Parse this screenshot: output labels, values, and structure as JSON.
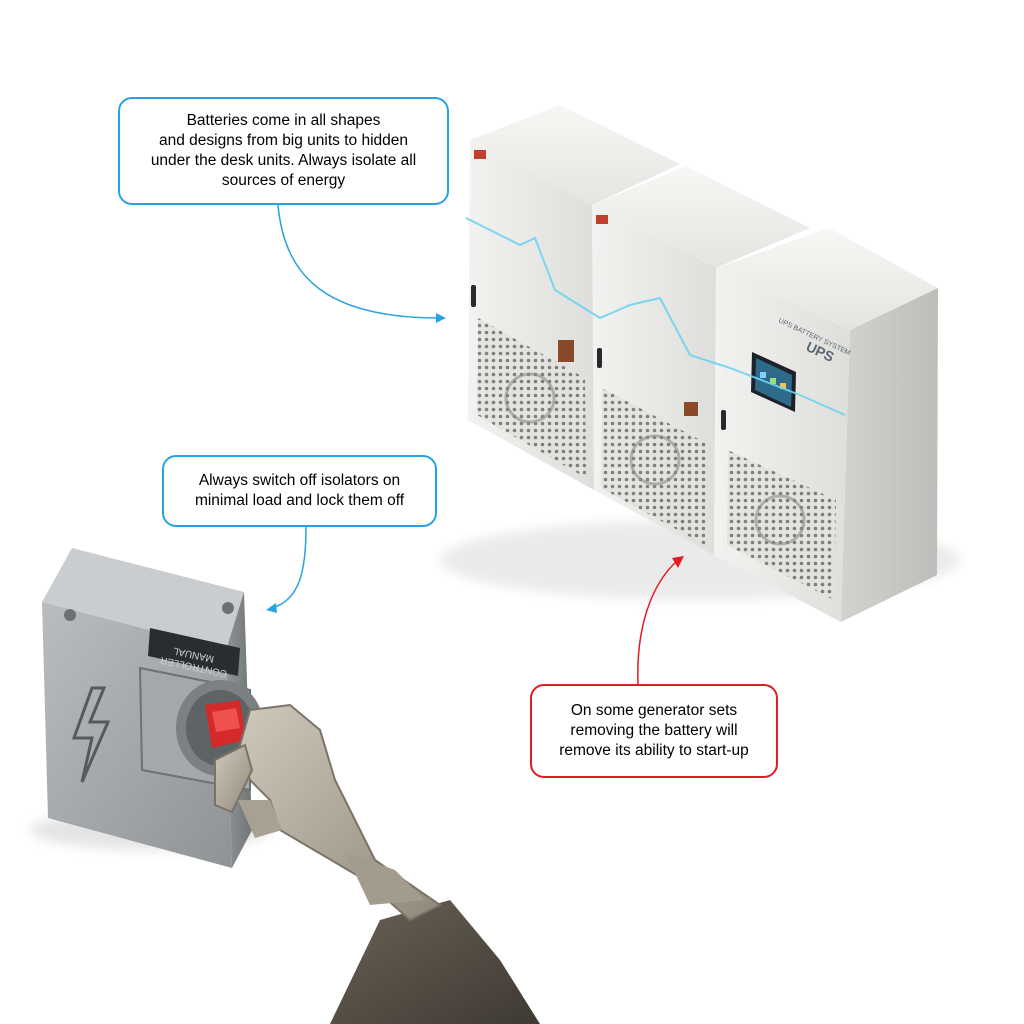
{
  "callouts": {
    "batteries": {
      "text": "Batteries come in all shapes\nand designs from big units to hidden\nunder the desk units. Always isolate all\nsources of energy",
      "color": "#29a3e0"
    },
    "isolators": {
      "text": "Always switch off isolators on\nminimal load and lock them off",
      "color": "#29a3e0"
    },
    "generator": {
      "text": "On some generator sets\nremoving the battery will\nremove its ability to start-up",
      "color": "#e31b23"
    }
  },
  "ups": {
    "system_label": "UPS BATTERY SYSTEM",
    "brand": "UPS"
  },
  "switch_box": {
    "plate_line1": "MANUAL",
    "plate_line2": "CONTROLLER"
  },
  "colors": {
    "cabinet": "#e8e8e6",
    "cabinet_shade": "#cfcfcd",
    "switch_red": "#d42a2a",
    "glove": "#b9b3a6",
    "energy_line": "#6fd3f0"
  }
}
